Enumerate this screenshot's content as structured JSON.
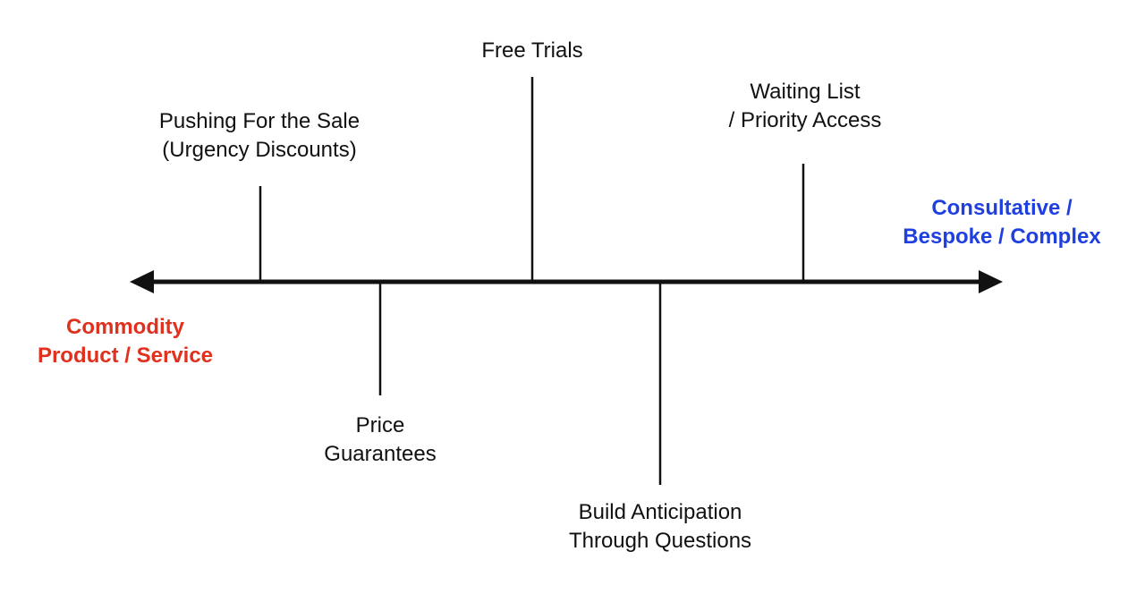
{
  "axis": {
    "left_label": [
      "Commodity",
      "Product / Service"
    ],
    "right_label": [
      "Consultative /",
      "Bespoke / Complex"
    ]
  },
  "items": [
    {
      "key": "pushing",
      "lines": [
        "Pushing For the Sale",
        "(Urgency Discounts)"
      ],
      "side": "above"
    },
    {
      "key": "price",
      "lines": [
        "Price",
        "Guarantees"
      ],
      "side": "below"
    },
    {
      "key": "free",
      "lines": [
        "Free Trials"
      ],
      "side": "above"
    },
    {
      "key": "build",
      "lines": [
        "Build Anticipation",
        "Through Questions"
      ],
      "side": "below"
    },
    {
      "key": "waiting",
      "lines": [
        "Waiting List",
        "/ Priority Access"
      ],
      "side": "above"
    }
  ],
  "colors": {
    "axis": "#111111",
    "left_label": "#e0301e",
    "right_label": "#1f3fe0",
    "text": "#111111"
  }
}
